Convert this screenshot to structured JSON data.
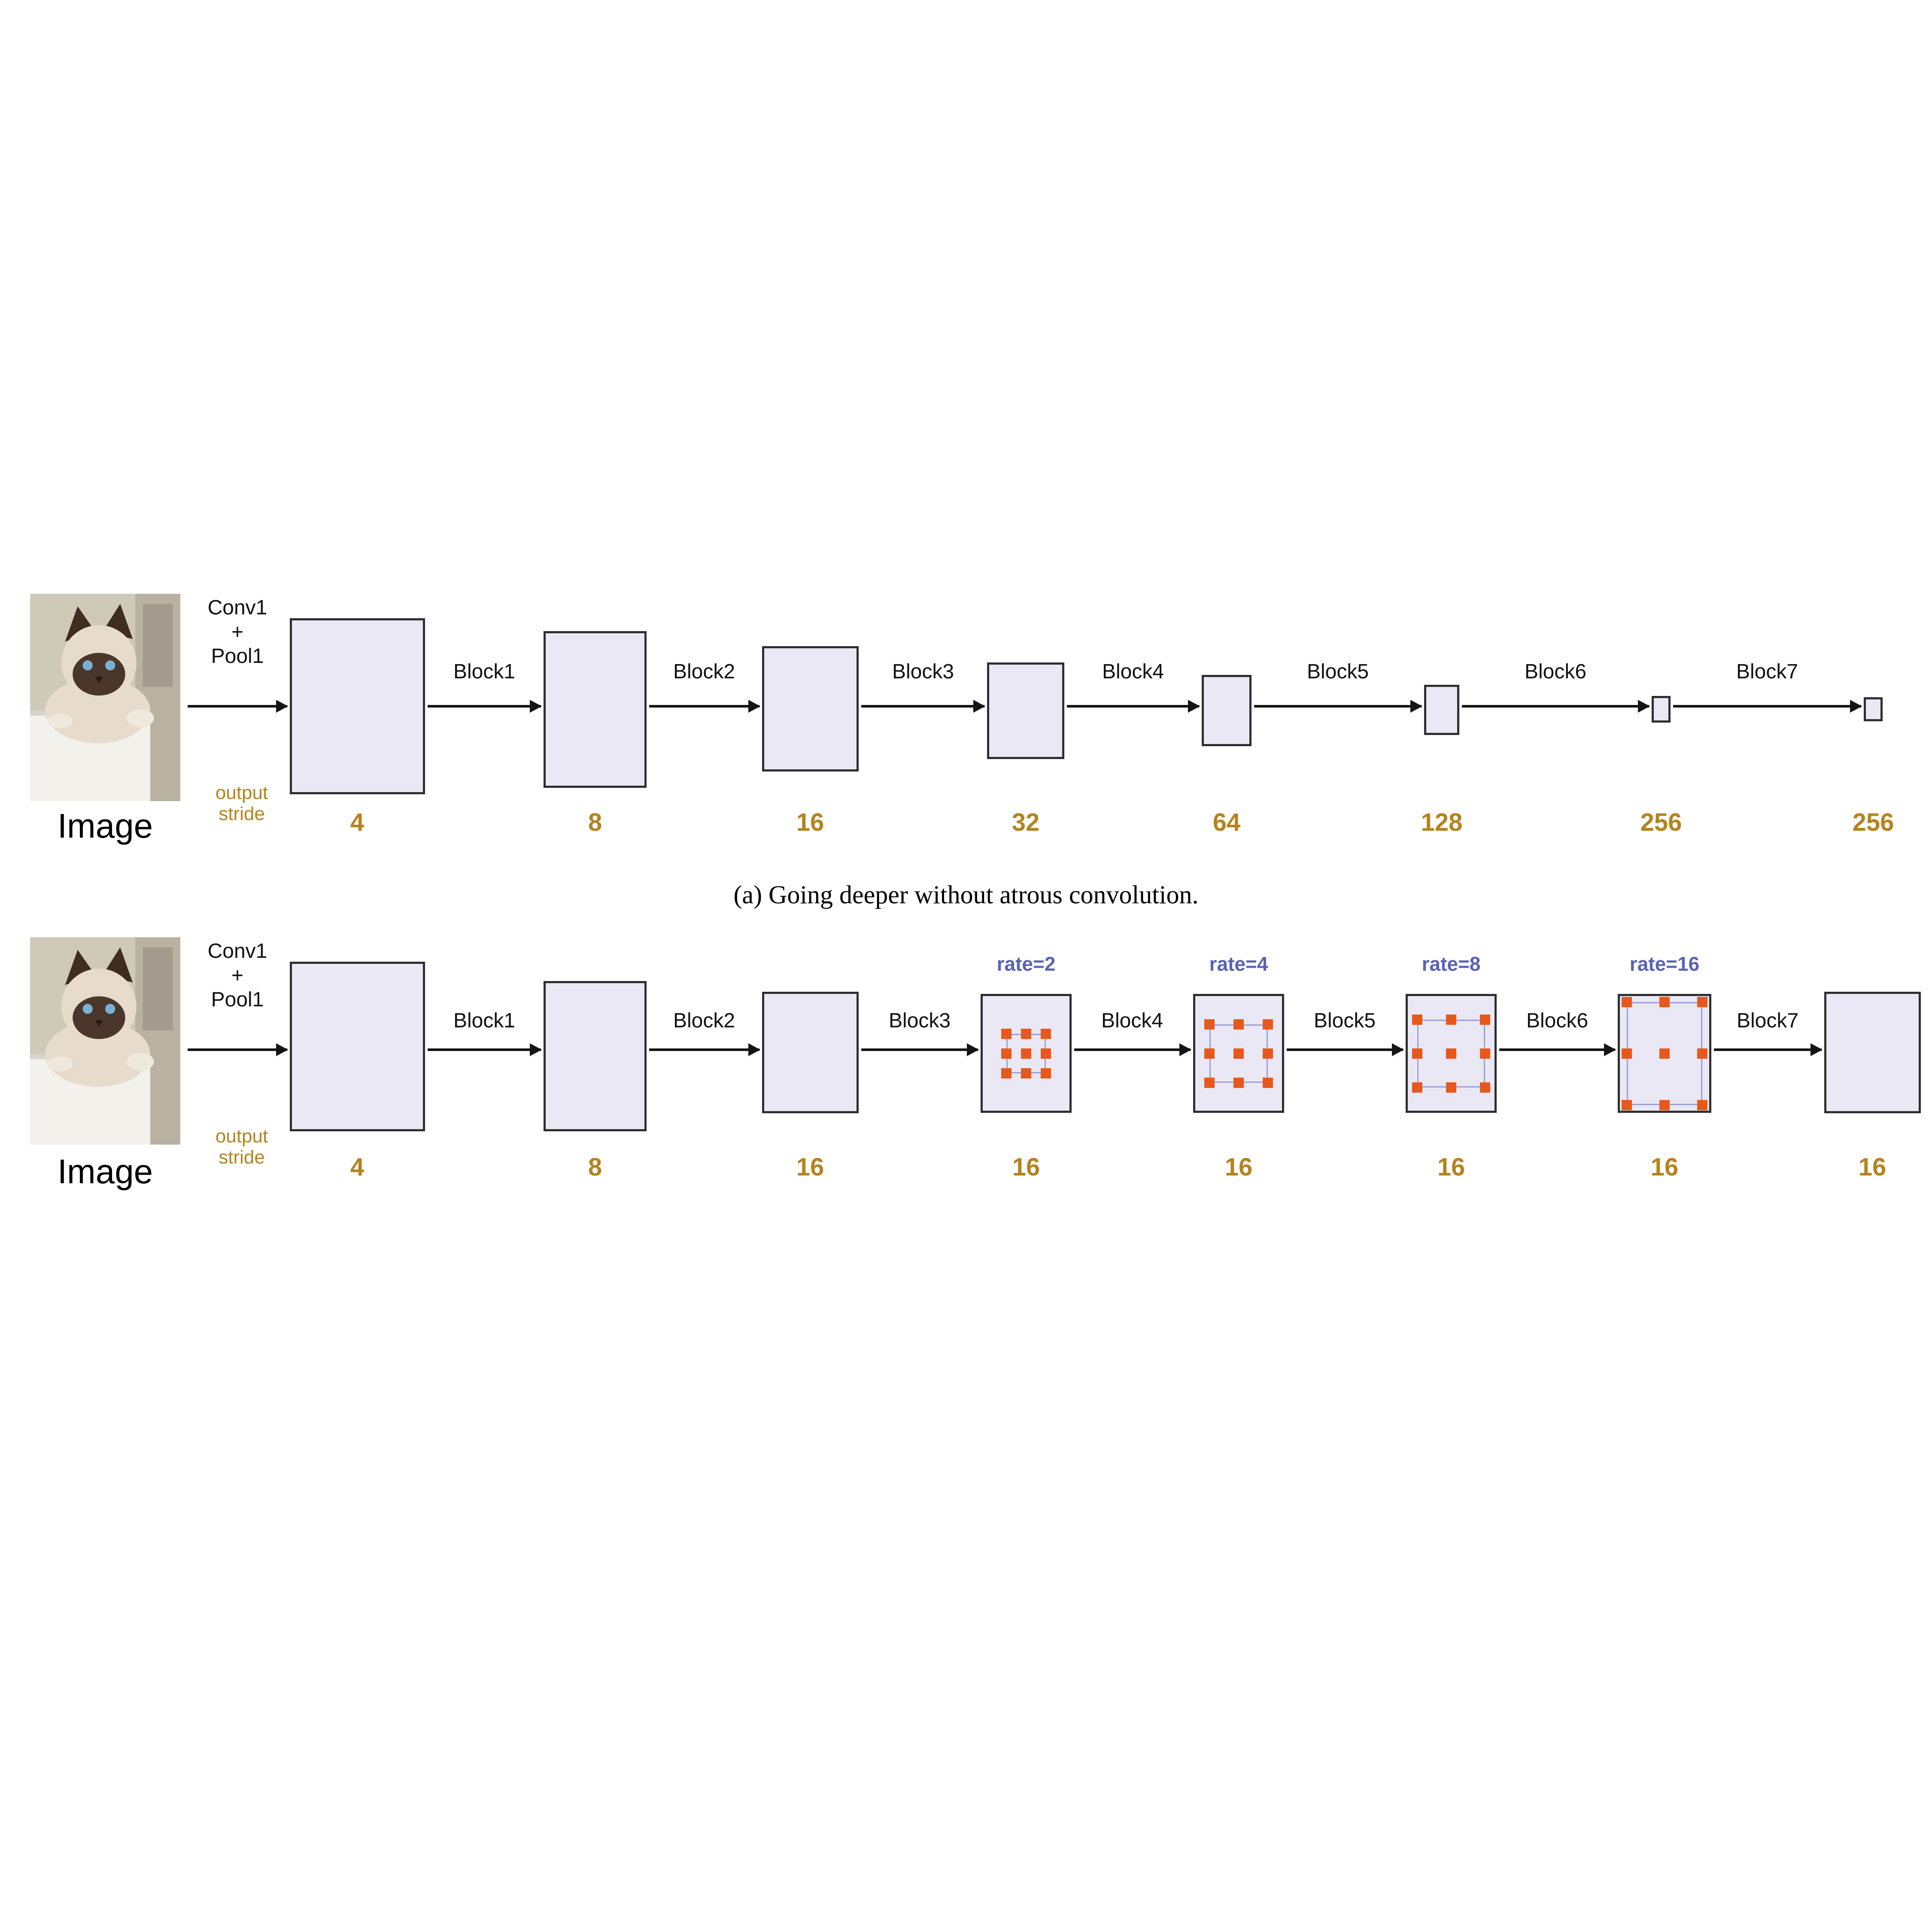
{
  "figure": {
    "caption_a": "(a) Going deeper without atrous convolution.",
    "colors": {
      "feature_map_fill": "#e9e8f4",
      "feature_map_border": "#2e2e2e",
      "stride_text": "#b5831f",
      "rate_text": "#5a62b5",
      "atrous_dot": "#e8581d",
      "kernel_outline": "#99a0d6"
    },
    "rows": [
      {
        "name": "without-atrous",
        "image_label": "Image",
        "conv_pool": [
          "Conv1",
          "+",
          "Pool1"
        ],
        "output_stride_label": [
          "output",
          "stride"
        ],
        "arrow_labels": [
          "Block1",
          "Block2",
          "Block3",
          "Block4",
          "Block5",
          "Block6",
          "Block7"
        ],
        "strides": [
          "4",
          "8",
          "16",
          "32",
          "64",
          "128",
          "256",
          "256"
        ]
      },
      {
        "name": "with-atrous",
        "image_label": "Image",
        "conv_pool": [
          "Conv1",
          "+",
          "Pool1"
        ],
        "output_stride_label": [
          "output",
          "stride"
        ],
        "arrow_labels": [
          "Block1",
          "Block2",
          "Block3",
          "Block4",
          "Block5",
          "Block6",
          "Block7"
        ],
        "strides": [
          "4",
          "8",
          "16",
          "16",
          "16",
          "16",
          "16",
          "16"
        ],
        "rate_labels": [
          "rate=2",
          "rate=4",
          "rate=8",
          "rate=16"
        ]
      }
    ]
  }
}
